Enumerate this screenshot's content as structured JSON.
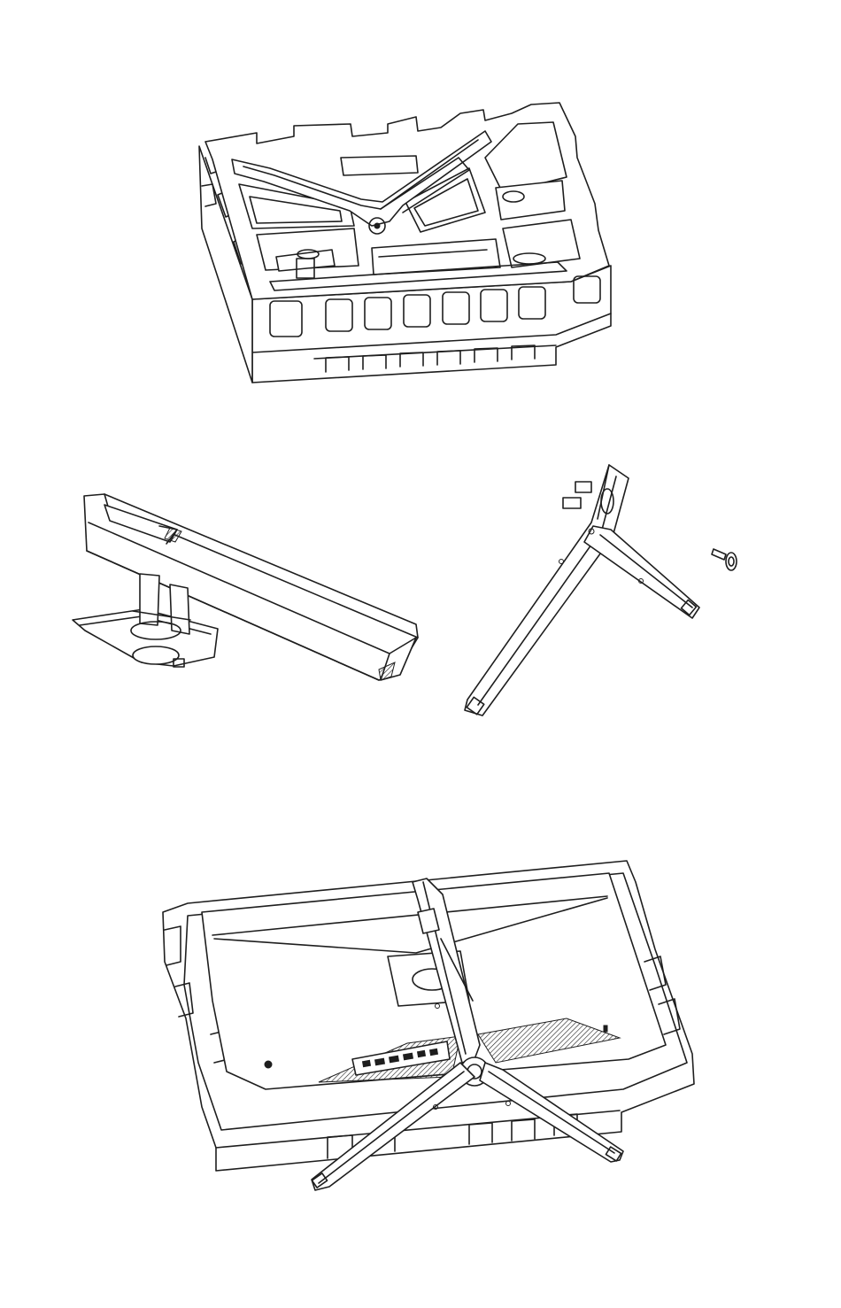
{
  "steps": [
    {
      "id": "step-1",
      "parts": [
        "foam-packaging-open"
      ]
    },
    {
      "id": "step-2",
      "parts": [
        "monitor-neck-assembly",
        "tripod-base",
        "thumb-screw"
      ]
    },
    {
      "id": "step-3",
      "parts": [
        "monitor-in-foam-with-base-attached"
      ]
    }
  ],
  "colors": {
    "line": "#1e1e1e",
    "background": "#ffffff"
  }
}
